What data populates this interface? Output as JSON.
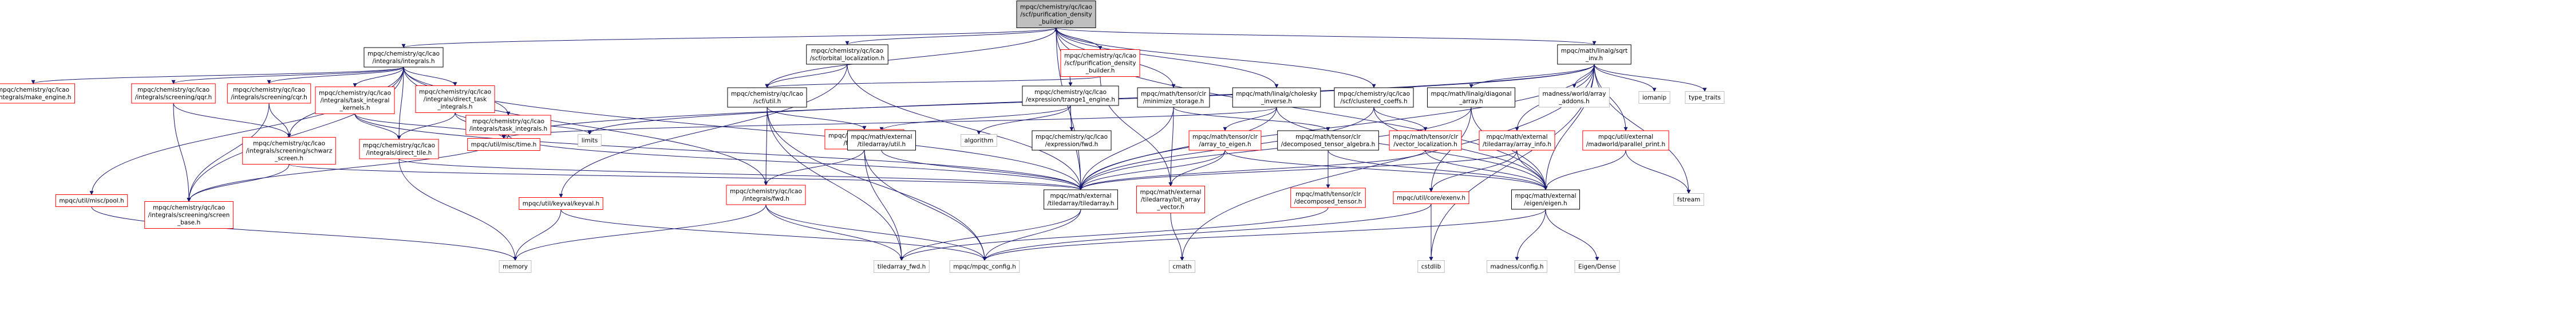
{
  "diagram": {
    "colors": {
      "root_fill": "#bfbfbf",
      "node_border_black": "#000000",
      "node_border_red": "#ff0000",
      "edge": "#191970",
      "text": "#000000"
    },
    "nodes": [
      {
        "id": "root",
        "lines": [
          "mpqc/chemistry/qc/lcao",
          "/scf/purification_density",
          "_builder.ipp"
        ],
        "style": "root"
      },
      {
        "id": "integrals_h",
        "lines": [
          "mpqc/chemistry/qc/lcao",
          "/integrals/integrals.h"
        ],
        "style": "black"
      },
      {
        "id": "orbital_loc",
        "lines": [
          "mpqc/chemistry/qc/lcao",
          "/scf/orbital_localization.h"
        ],
        "style": "black"
      },
      {
        "id": "purif_builder_h",
        "lines": [
          "mpqc/chemistry/qc/lcao",
          "/scf/purification_density",
          "_builder.h"
        ],
        "style": "red"
      },
      {
        "id": "fock_alg",
        "lines": [
          "mpqc/math/linalg/sqrt",
          "_inv.h"
        ],
        "style": "black"
      },
      {
        "id": "make_engine",
        "lines": [
          "mpqc/chemistry/qc/lcao",
          "/integrals/make_engine.h"
        ],
        "style": "red"
      },
      {
        "id": "screening_qqr",
        "lines": [
          "mpqc/chemistry/qc/lcao",
          "/integrals/screening/qqr.h"
        ],
        "style": "red"
      },
      {
        "id": "screening_cqr",
        "lines": [
          "mpqc/chemistry/qc/lcao",
          "/integrals/screening/cqr.h"
        ],
        "style": "red"
      },
      {
        "id": "task_integral_kernels",
        "lines": [
          "mpqc/chemistry/qc/lcao",
          "/integrals/task_integral",
          "_kernels.h"
        ],
        "style": "red"
      },
      {
        "id": "direct_task",
        "lines": [
          "mpqc/chemistry/qc/lcao",
          "/integrals/direct_task",
          "_integrals.h"
        ],
        "style": "red"
      },
      {
        "id": "task_integrals",
        "lines": [
          "mpqc/chemistry/qc/lcao",
          "/integrals/task_integrals.h"
        ],
        "style": "red"
      },
      {
        "id": "scf_util",
        "lines": [
          "mpqc/chemistry/qc/lcao",
          "/scf/util.h"
        ],
        "style": "black"
      },
      {
        "id": "minimize_storage",
        "lines": [
          "mpqc/math/tensor/clr",
          "/minimize_storage.h"
        ],
        "style": "black"
      },
      {
        "id": "cholesky",
        "lines": [
          "mpqc/math/linalg/cholesky",
          "_inverse.h"
        ],
        "style": "black"
      },
      {
        "id": "clustered_coeffs",
        "lines": [
          "mpqc/chemistry/qc/lcao",
          "/scf/clustered_coeffs.h"
        ],
        "style": "black"
      },
      {
        "id": "gdiag",
        "lines": [
          "mpqc/math/linalg/diagonal",
          "_array.h"
        ],
        "style": "black"
      },
      {
        "id": "madness_array",
        "lines": [
          "madness/world/array",
          "_addons.h"
        ],
        "style": "gray"
      },
      {
        "id": "iomanip",
        "lines": [
          "iomanip"
        ],
        "style": "gray"
      },
      {
        "id": "type_traits",
        "lines": [
          "type_traits"
        ],
        "style": "gray"
      },
      {
        "id": "limits",
        "lines": [
          "limits"
        ],
        "style": "gray"
      },
      {
        "id": "time_h",
        "lines": [
          "mpqc/util/misc/time.h"
        ],
        "style": "red"
      },
      {
        "id": "pool_h",
        "lines": [
          "mpqc/util/misc/pool.h"
        ],
        "style": "red"
      },
      {
        "id": "schwarz",
        "lines": [
          "mpqc/chemistry/qc/lcao",
          "/integrals/screening/schwarz",
          "_screen.h"
        ],
        "style": "red"
      },
      {
        "id": "direct_tile",
        "lines": [
          "mpqc/chemistry/qc/lcao",
          "/integrals/direct_tile.h"
        ],
        "style": "red"
      },
      {
        "id": "screen_base",
        "lines": [
          "mpqc/chemistry/qc/lcao",
          "/integrals/screening/screen",
          "_base.h"
        ],
        "style": "red"
      },
      {
        "id": "keyval",
        "lines": [
          "mpqc/util/keyval/keyval.h"
        ],
        "style": "red"
      },
      {
        "id": "factory_fwd",
        "lines": [
          "mpqc/chemistry/qc/lcao",
          "/factory/fwd.h"
        ],
        "style": "red"
      },
      {
        "id": "integrals_fwd",
        "lines": [
          "mpqc/chemistry/qc/lcao",
          "/integrals/fwd.h"
        ],
        "style": "red"
      },
      {
        "id": "trange1_engine",
        "lines": [
          "mpqc/chemistry/qc/lcao",
          "/expression/trange1_engine.h"
        ],
        "style": "black"
      },
      {
        "id": "tiledarray_util",
        "lines": [
          "mpqc/math/external",
          "/tiledarray/util.h"
        ],
        "style": "black"
      },
      {
        "id": "algorithm",
        "lines": [
          "algorithm"
        ],
        "style": "gray"
      },
      {
        "id": "expression_fwd",
        "lines": [
          "mpqc/chemistry/qc/lcao",
          "/expression/fwd.h"
        ],
        "style": "black"
      },
      {
        "id": "array_to_eigen",
        "lines": [
          "mpqc/math/tensor/clr",
          "/array_to_eigen.h"
        ],
        "style": "red"
      },
      {
        "id": "decomposed_alg",
        "lines": [
          "mpqc/math/tensor/clr",
          "/decomposed_tensor_algebra.h"
        ],
        "style": "black"
      },
      {
        "id": "vector_loc",
        "lines": [
          "mpqc/math/tensor/clr",
          "/vector_localization.h"
        ],
        "style": "red"
      },
      {
        "id": "array_info",
        "lines": [
          "mpqc/math/external",
          "/tiledarray/array_info.h"
        ],
        "style": "red"
      },
      {
        "id": "parallel_print",
        "lines": [
          "mpqc/util/external",
          "/madworld/parallel_print.h"
        ],
        "style": "red"
      },
      {
        "id": "tiledarray_h",
        "lines": [
          "mpqc/math/external",
          "/tiledarray/tiledarray.h"
        ],
        "style": "black"
      },
      {
        "id": "bit_array",
        "lines": [
          "mpqc/math/external",
          "/tiledarray/bit_array",
          "_vector.h"
        ],
        "style": "red"
      },
      {
        "id": "decomposed_tensor",
        "lines": [
          "mpqc/math/tensor/clr",
          "/decomposed_tensor.h"
        ],
        "style": "red"
      },
      {
        "id": "core_exenv",
        "lines": [
          "mpqc/util/core/exenv.h"
        ],
        "style": "red"
      },
      {
        "id": "eigen_h",
        "lines": [
          "mpqc/math/external",
          "/eigen/eigen.h"
        ],
        "style": "black"
      },
      {
        "id": "fstream",
        "lines": [
          "fstream"
        ],
        "style": "gray"
      },
      {
        "id": "memory",
        "lines": [
          "memory"
        ],
        "style": "gray"
      },
      {
        "id": "tiledarray_fwd",
        "lines": [
          "tiledarray_fwd.h"
        ],
        "style": "gray"
      },
      {
        "id": "mpqc_config",
        "lines": [
          "mpqc/mpqc_config.h"
        ],
        "style": "gray"
      },
      {
        "id": "cmath",
        "lines": [
          "cmath"
        ],
        "style": "gray"
      },
      {
        "id": "cstdlib",
        "lines": [
          "cstdlib"
        ],
        "style": "gray"
      },
      {
        "id": "madness_config",
        "lines": [
          "madness/config.h"
        ],
        "style": "gray"
      },
      {
        "id": "eigen_dense",
        "lines": [
          "Eigen/Dense"
        ],
        "style": "gray"
      }
    ],
    "edges": [
      [
        "root",
        "integrals_h"
      ],
      [
        "root",
        "orbital_loc"
      ],
      [
        "root",
        "purif_builder_h"
      ],
      [
        "root",
        "fock_alg"
      ],
      [
        "root",
        "scf_util"
      ],
      [
        "root",
        "trange1_engine"
      ],
      [
        "root",
        "minimize_storage"
      ],
      [
        "root",
        "cholesky"
      ],
      [
        "root",
        "clustered_coeffs"
      ],
      [
        "root",
        "tiledarray_h"
      ],
      [
        "root",
        "eigen_h"
      ],
      [
        "integrals_h",
        "make_engine"
      ],
      [
        "integrals_h",
        "screening_qqr"
      ],
      [
        "integrals_h",
        "screening_cqr"
      ],
      [
        "integrals_h",
        "task_integral_kernels"
      ],
      [
        "integrals_h",
        "direct_task"
      ],
      [
        "integrals_h",
        "task_integrals"
      ],
      [
        "integrals_h",
        "pool_h"
      ],
      [
        "integrals_h",
        "schwarz"
      ],
      [
        "integrals_h",
        "direct_tile"
      ],
      [
        "integrals_h",
        "screen_base"
      ],
      [
        "integrals_h",
        "integrals_fwd"
      ],
      [
        "integrals_h",
        "tiledarray_h"
      ],
      [
        "screening_qqr",
        "schwarz"
      ],
      [
        "screening_qqr",
        "screen_base"
      ],
      [
        "screening_cqr",
        "schwarz"
      ],
      [
        "screening_cqr",
        "screen_base"
      ],
      [
        "task_integral_kernels",
        "time_h"
      ],
      [
        "task_integral_kernels",
        "direct_tile"
      ],
      [
        "task_integral_kernels",
        "tiledarray_h"
      ],
      [
        "direct_task",
        "limits"
      ],
      [
        "direct_task",
        "time_h"
      ],
      [
        "direct_task",
        "direct_tile"
      ],
      [
        "task_integrals",
        "screen_base"
      ],
      [
        "task_integrals",
        "tiledarray_h"
      ],
      [
        "schwarz",
        "screen_base"
      ],
      [
        "schwarz",
        "tiledarray_h"
      ],
      [
        "direct_tile",
        "memory"
      ],
      [
        "direct_tile",
        "tiledarray_h"
      ],
      [
        "pool_h",
        "memory"
      ],
      [
        "orbital_loc",
        "scf_util"
      ],
      [
        "orbital_loc",
        "keyval"
      ],
      [
        "orbital_loc",
        "tiledarray_h"
      ],
      [
        "purif_builder_h",
        "root"
      ],
      [
        "purif_builder_h",
        "scf_util"
      ],
      [
        "purif_builder_h",
        "bit_array"
      ],
      [
        "scf_util",
        "factory_fwd"
      ],
      [
        "scf_util",
        "integrals_fwd"
      ],
      [
        "scf_util",
        "tiledarray_fwd"
      ],
      [
        "scf_util",
        "mpqc_config"
      ],
      [
        "factory_fwd",
        "integrals_fwd"
      ],
      [
        "factory_fwd",
        "tiledarray_fwd"
      ],
      [
        "factory_fwd",
        "mpqc_config"
      ],
      [
        "integrals_fwd",
        "memory"
      ],
      [
        "integrals_fwd",
        "tiledarray_fwd"
      ],
      [
        "integrals_fwd",
        "mpqc_config"
      ],
      [
        "keyval",
        "memory"
      ],
      [
        "keyval",
        "mpqc_config"
      ],
      [
        "trange1_engine",
        "tiledarray_util"
      ],
      [
        "trange1_engine",
        "algorithm"
      ],
      [
        "trange1_engine",
        "expression_fwd"
      ],
      [
        "trange1_engine",
        "tiledarray_h"
      ],
      [
        "tiledarray_util",
        "tiledarray_h"
      ],
      [
        "minimize_storage",
        "decomposed_alg"
      ],
      [
        "minimize_storage",
        "tiledarray_h"
      ],
      [
        "minimize_storage",
        "bit_array"
      ],
      [
        "cholesky",
        "array_to_eigen"
      ],
      [
        "cholesky",
        "tiledarray_h"
      ],
      [
        "cholesky",
        "eigen_h"
      ],
      [
        "cholesky",
        "time_h"
      ],
      [
        "clustered_coeffs",
        "vector_loc"
      ],
      [
        "clustered_coeffs",
        "tiledarray_h"
      ],
      [
        "clustered_coeffs",
        "eigen_h"
      ],
      [
        "fock_alg",
        "gdiag"
      ],
      [
        "fock_alg",
        "madness_array"
      ],
      [
        "fock_alg",
        "iomanip"
      ],
      [
        "fock_alg",
        "type_traits"
      ],
      [
        "fock_alg",
        "array_info"
      ],
      [
        "fock_alg",
        "parallel_print"
      ],
      [
        "fock_alg",
        "fstream"
      ],
      [
        "fock_alg",
        "eigen_h"
      ],
      [
        "fock_alg",
        "tiledarray_h"
      ],
      [
        "fock_alg",
        "limits"
      ],
      [
        "fock_alg",
        "cmath"
      ],
      [
        "fock_alg",
        "cstdlib"
      ],
      [
        "fock_alg",
        "time_h"
      ],
      [
        "gdiag",
        "tiledarray_h"
      ],
      [
        "gdiag",
        "eigen_h"
      ],
      [
        "gdiag",
        "core_exenv"
      ],
      [
        "array_to_eigen",
        "tiledarray_h"
      ],
      [
        "array_to_eigen",
        "eigen_h"
      ],
      [
        "array_to_eigen",
        "bit_array"
      ],
      [
        "decomposed_alg",
        "decomposed_tensor"
      ],
      [
        "decomposed_alg",
        "eigen_h"
      ],
      [
        "vector_loc",
        "tiledarray_h"
      ],
      [
        "vector_loc",
        "eigen_h"
      ],
      [
        "array_info",
        "tiledarray_h"
      ],
      [
        "array_info",
        "core_exenv"
      ],
      [
        "array_info",
        "eigen_h"
      ],
      [
        "parallel_print",
        "fstream"
      ],
      [
        "parallel_print",
        "eigen_h"
      ],
      [
        "tiledarray_h",
        "tiledarray_fwd"
      ],
      [
        "tiledarray_h",
        "mpqc_config"
      ],
      [
        "bit_array",
        "cmath"
      ],
      [
        "decomposed_tensor",
        "tiledarray_fwd"
      ],
      [
        "core_exenv",
        "mpqc_config"
      ],
      [
        "core_exenv",
        "cstdlib"
      ],
      [
        "eigen_h",
        "madness_config"
      ],
      [
        "eigen_h",
        "eigen_dense"
      ],
      [
        "eigen_h",
        "mpqc_config"
      ]
    ]
  }
}
